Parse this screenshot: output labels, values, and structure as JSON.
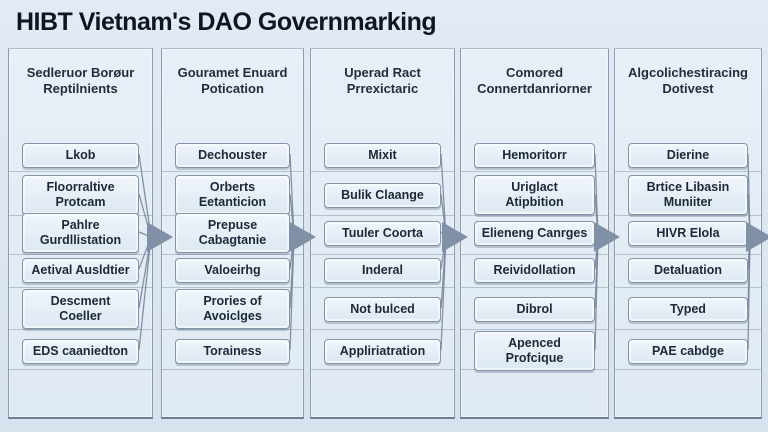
{
  "title": "HIBT Vietnam's DAO Governmarking",
  "colors": {
    "background": "#dce6f1",
    "panel_fill": "#e4edf6",
    "panel_border": "#8b9cb0",
    "box_fill": "#e6eef7",
    "box_border": "#8494a8",
    "arrow": "#8091a7",
    "line": "#76879d",
    "text": "#1d2838",
    "title_text": "#10161f"
  },
  "columns": [
    {
      "header_lines": [
        "Sedleruor Borøur",
        "Reptilnients"
      ],
      "boxes": [
        "Lkob",
        "Floorraltive Protcam",
        "Pahlre Gurdllistation",
        "Aetival Ausldtier",
        "Descment Coeller",
        "EDS caaniedton"
      ]
    },
    {
      "header_lines": [
        "Gouramet Enuard",
        "Potication"
      ],
      "boxes": [
        "Dechouster",
        "Orberts Eetanticion",
        "Prepuse Cabagtanie",
        "Valoeirhg",
        "Prories of Avoiclges",
        "Torainess"
      ]
    },
    {
      "header_lines": [
        "Uperad Ract",
        "Prrexictaric"
      ],
      "boxes": [
        "Mixit",
        "Bulik Claange",
        "Tuuler Coorta",
        "Inderal",
        "Not bulced",
        "Appliriatration"
      ]
    },
    {
      "header_lines": [
        "Comored",
        "Connertdanriorner"
      ],
      "boxes": [
        "Hemoritorr",
        "Uriglact Atipbition",
        "Elieneng Canrges",
        "Reividollation",
        "Dibrol",
        "Apenced Profcique"
      ]
    },
    {
      "header_lines": [
        "Algcolichestiracing",
        "Dotivest"
      ],
      "boxes": [
        "Dierine",
        "Brtice Libasin Muniiter",
        "HIVR Elola",
        "Detaluation",
        "Typed",
        "PAE cabdge"
      ]
    }
  ]
}
